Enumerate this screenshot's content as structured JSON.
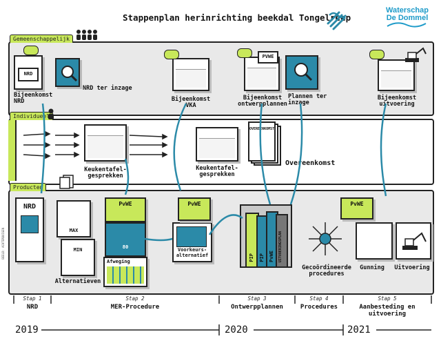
{
  "title": "Stappenplan herinrichting beekdal Tongelreep",
  "logo": {
    "line1": "Waterschap",
    "line2": "De Dommel"
  },
  "colors": {
    "accent": "#c8e85a",
    "teal": "#2b8aa8",
    "brand": "#1e9bc9"
  },
  "lanes": {
    "gemeenschappelijk": "Gemeenschappelijk",
    "individueel": "Individueel",
    "producten": "Producten"
  },
  "gemeenschappelijk": {
    "bijeenkomst_nrd": "Bijeenkomst NRD",
    "nrd_inzage": "NRD ter inzage",
    "bijeenkomst_vka": "Bijeenkomst VKA",
    "bijeenkomst_ontwerp": "Bijeenkomst ontwerpplannen",
    "plannen_inzage": "Plannen ter inzage",
    "bijeenkomst_uitvoering": "Bijeenkomst uitvoering",
    "card_nrd": "NRD",
    "card_pvwe": "PVWE"
  },
  "individueel": {
    "keukentafel1": "Keukentafel- gesprekken",
    "keukentafel2": "Keukentafel- gesprekken",
    "overeenkomst": "Overeenkomst",
    "doc_header": "OVEREENKOMST"
  },
  "producten": {
    "nrd": "NRD",
    "max": "MAX",
    "min": "MIN",
    "alternatieven": "Alternatieven",
    "pvwe1": "PvWE",
    "pvwe2": "PvWE",
    "pvwe3": "PvWE",
    "eighty": "80",
    "afweging": "Afweging",
    "voorkeursalternatief": "Voorkeurs- alternatief",
    "book_pip": "PIP",
    "book_pip2": "PIP",
    "book_pvwe": "PvWE",
    "book_uitvoering": "UITVOERINGSPLAN",
    "gecoordineerde": "Gecoördineerde procedures",
    "gunning": "Gunning",
    "uitvoering": "Uitvoering"
  },
  "steps": [
    {
      "no": "Stap 1",
      "name": "NRD"
    },
    {
      "no": "Stap 2",
      "name": "MER-Procedure"
    },
    {
      "no": "Stap 3",
      "name": "Ontwerpplannen"
    },
    {
      "no": "Stap 4",
      "name": "Procedures"
    },
    {
      "no": "Stap 5",
      "name": "Aanbesteding en uitvoering"
    }
  ],
  "years": {
    "y2019": "2019",
    "y2020": "2020",
    "y2021": "2021"
  },
  "credit": "BEELD: ACHTERBUIGEN"
}
